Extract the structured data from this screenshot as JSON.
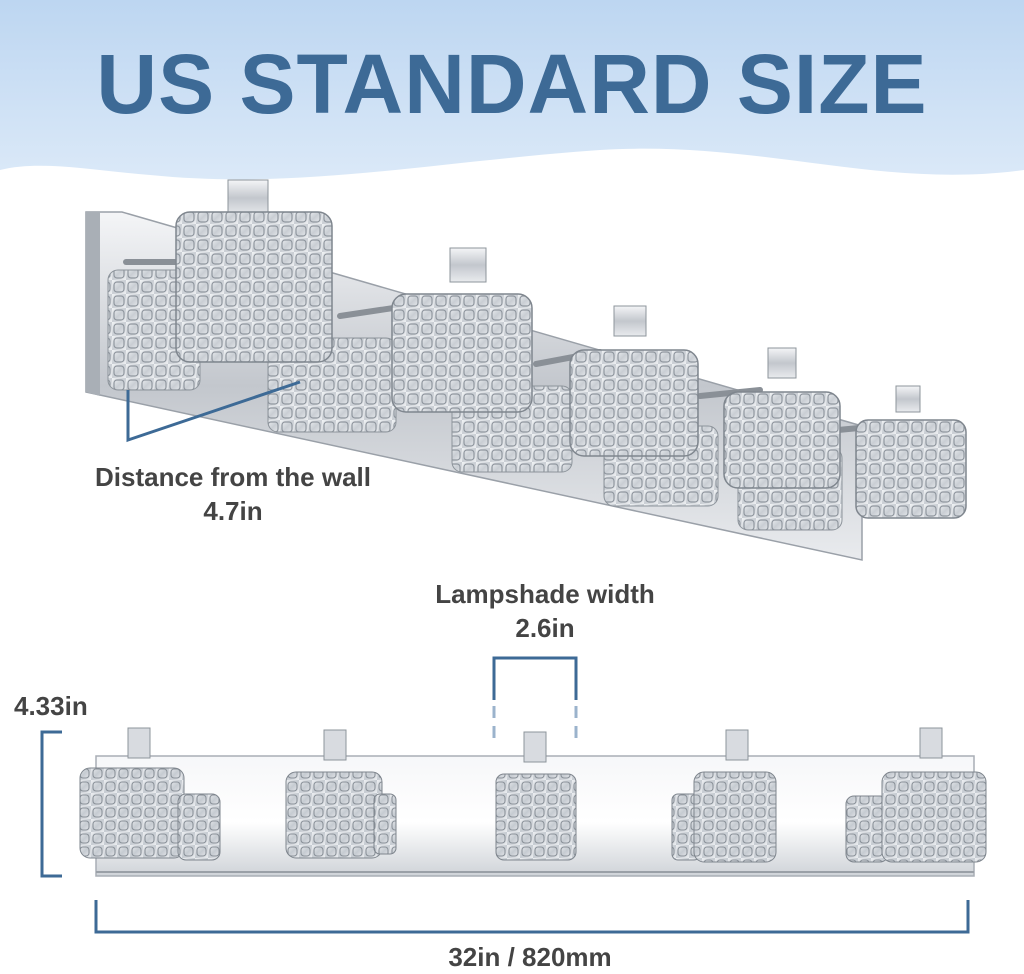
{
  "title": "US STANDARD SIZE",
  "colors": {
    "title": "#3d6a96",
    "header_bg": "#cfe1f6",
    "dimension_lines": "#3d6a96",
    "label_text": "#444444",
    "chrome": "#c8ccd2"
  },
  "dimensions": {
    "wall_distance": {
      "label": "Distance from the wall",
      "value": "4.7in"
    },
    "lampshade_width": {
      "label": "Lampshade width",
      "value": "2.6in"
    },
    "height": {
      "value": "4.33in"
    },
    "length": {
      "value": "32in / 820mm"
    }
  }
}
